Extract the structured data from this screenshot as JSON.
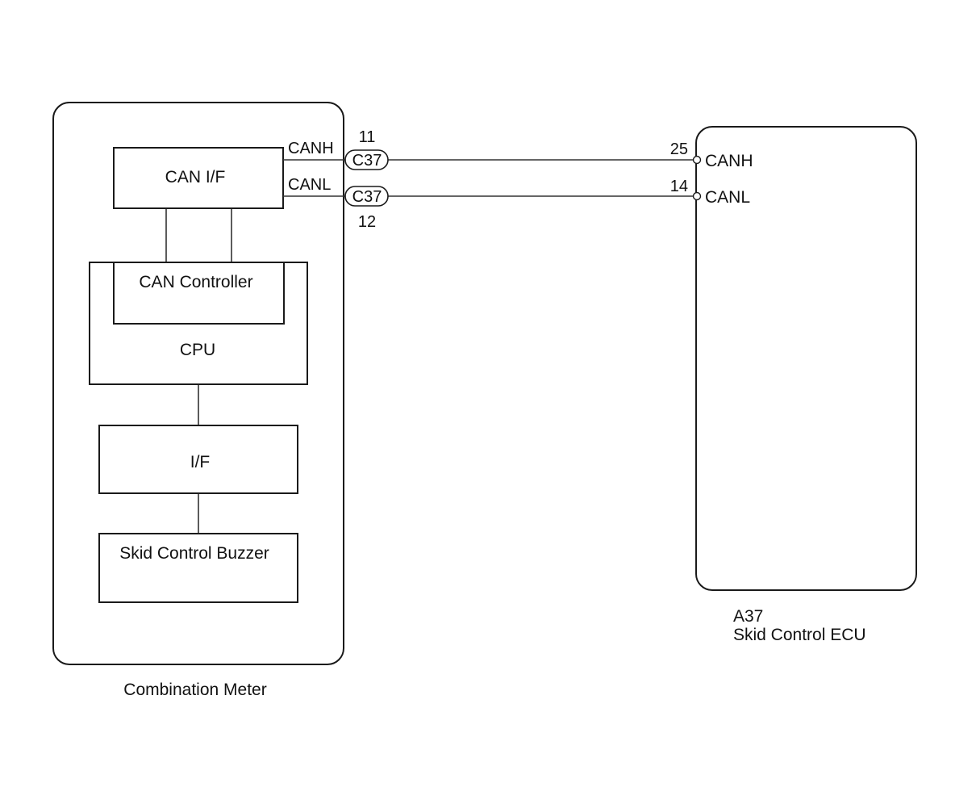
{
  "combination_meter": {
    "name": "Combination Meter",
    "can_if": "CAN I/F",
    "can_controller": "CAN Controller",
    "cpu": "CPU",
    "if_block": "I/F",
    "buzzer": "Skid Control Buzzer"
  },
  "skid_control_ecu": {
    "code": "A37",
    "name": "Skid Control ECU"
  },
  "wires": {
    "canh": {
      "meter_label": "CANH",
      "connector": "C37",
      "meter_pin": "11",
      "ecu_pin": "25",
      "ecu_label": "CANH"
    },
    "canl": {
      "meter_label": "CANL",
      "connector": "C37",
      "meter_pin": "12",
      "ecu_pin": "14",
      "ecu_label": "CANL"
    }
  }
}
